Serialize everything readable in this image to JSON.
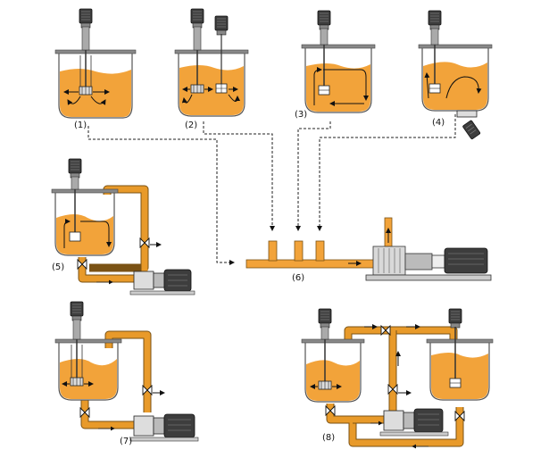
{
  "labels": {
    "l1": "(1)",
    "l2": "(2)",
    "l3": "(3)",
    "l4": "(4)",
    "l5": "(5)",
    "l6": "(6)",
    "l7": "(7)",
    "l8": "(8)"
  },
  "colors": {
    "liquid": "#f2a33a",
    "pipe": "#e89a2a",
    "motor": "#3d3d3d"
  },
  "icons": [
    "motor-icon",
    "pump-icon",
    "valve-icon",
    "impeller-icon",
    "mixing-tank-icon",
    "inline-mixer-icon"
  ]
}
